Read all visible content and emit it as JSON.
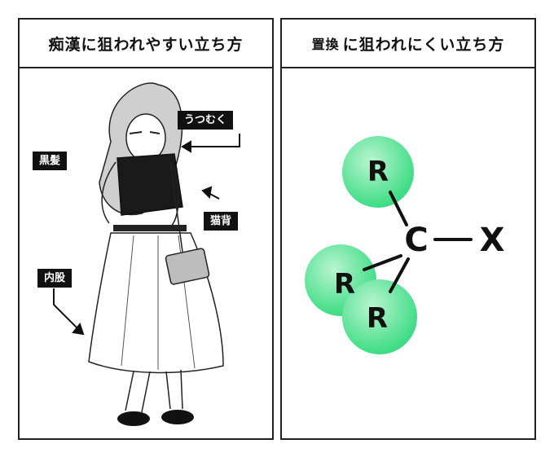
{
  "left_panel": {
    "title": "痴漢に狙われやすい立ち方",
    "labels": {
      "utsumuku": "うつむく",
      "kurokami": "黒髪",
      "nekoze": "猫背",
      "uchimata": "内股"
    }
  },
  "right_panel": {
    "title_prefix": "置換",
    "title_main": "に狙われにくい立ち方",
    "molecule": {
      "center": "C",
      "leaving_group": "X",
      "substituents": [
        "R",
        "R",
        "R"
      ],
      "sphere_color": "#3ddc84"
    }
  }
}
